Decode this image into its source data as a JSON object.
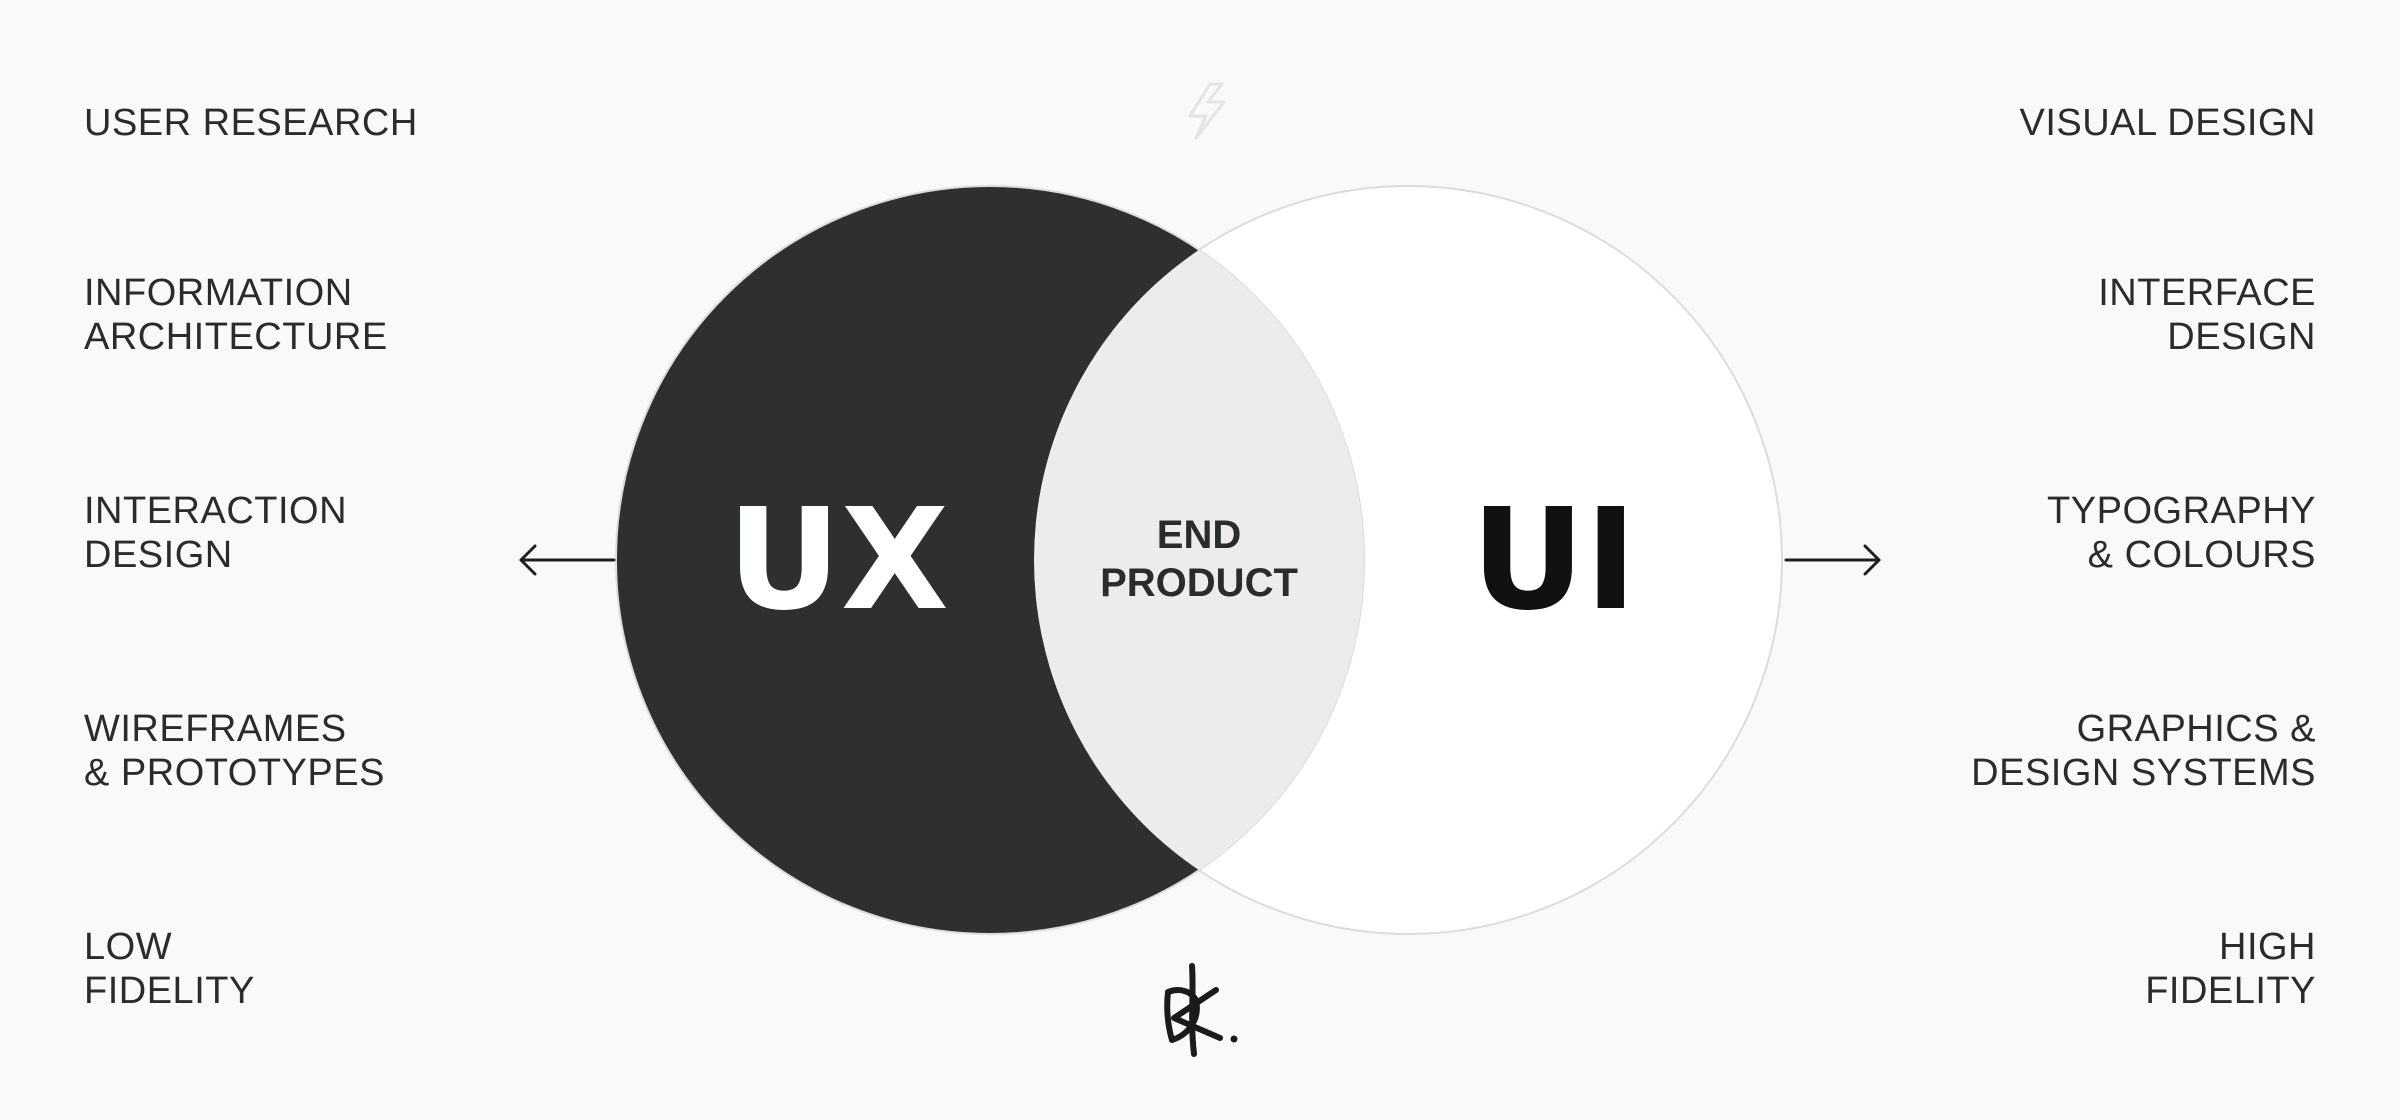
{
  "left_items": [
    "USER RESEARCH",
    "INFORMATION\nARCHITECTURE",
    "INTERACTION\nDESIGN",
    "WIREFRAMES\n& PROTOTYPES",
    "LOW\nFIDELITY"
  ],
  "right_items": [
    "VISUAL DESIGN",
    "INTERFACE\nDESIGN",
    "TYPOGRAPHY\n& COLOURS",
    "GRAPHICS &\nDESIGN SYSTEMS",
    "HIGH\nFIDELITY"
  ],
  "venn": {
    "left_label": "UX",
    "right_label": "UI",
    "overlap_line1": "END",
    "overlap_line2": "PRODUCT"
  },
  "colors": {
    "background": "#f9f9f9",
    "ux_fill": "#2d302f",
    "ui_fill": "#ffffff",
    "overlap_fill": "#ececec",
    "ink": "#2a2c2b",
    "ui_text": "#111111"
  },
  "icons": [
    "lightning-bolt-icon",
    "signature-logo"
  ]
}
